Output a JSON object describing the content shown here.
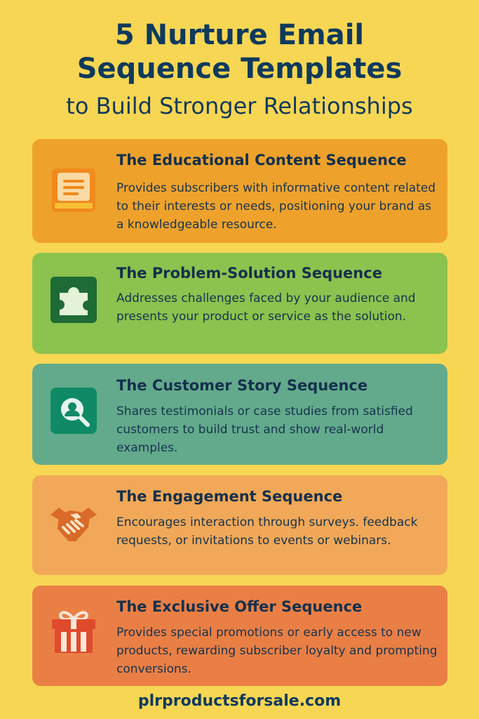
{
  "header": {
    "title_line1": "5 Nurture Email",
    "title_line2": "Sequence Templates",
    "subtitle": "to Build Stronger Relationships"
  },
  "cards": [
    {
      "icon": "book-icon",
      "color": "#eea22c",
      "heading": "The Educational Content Sequence",
      "description": "Provides subscribers with informative content related to their interests or needs, positioning your brand as a knowledgeable resource."
    },
    {
      "icon": "puzzle-icon",
      "color": "#8cc24e",
      "heading": "The Problem-Solution Sequence",
      "description": "Addresses challenges faced by your audience and presents your product or service as the solution."
    },
    {
      "icon": "customer-search-icon",
      "color": "#63aa8c",
      "heading": "The Customer Story Sequence",
      "description": "Shares testimonials or case studies from satisfied customers to build trust and show real-world examples."
    },
    {
      "icon": "handshake-icon",
      "color": "#f1a858",
      "heading": "The Engagement Sequence",
      "description": "Encourages interaction through surveys. feedback requests, or invitations to events or webinars."
    },
    {
      "icon": "gift-icon",
      "color": "#ea7f45",
      "heading": "The Exclusive Offer Sequence",
      "description": "Provides special promotions or early access to new products, rewarding subscriber loyalty and prompting conversions."
    }
  ],
  "footer": {
    "website": "plrproductsforsale.com"
  }
}
